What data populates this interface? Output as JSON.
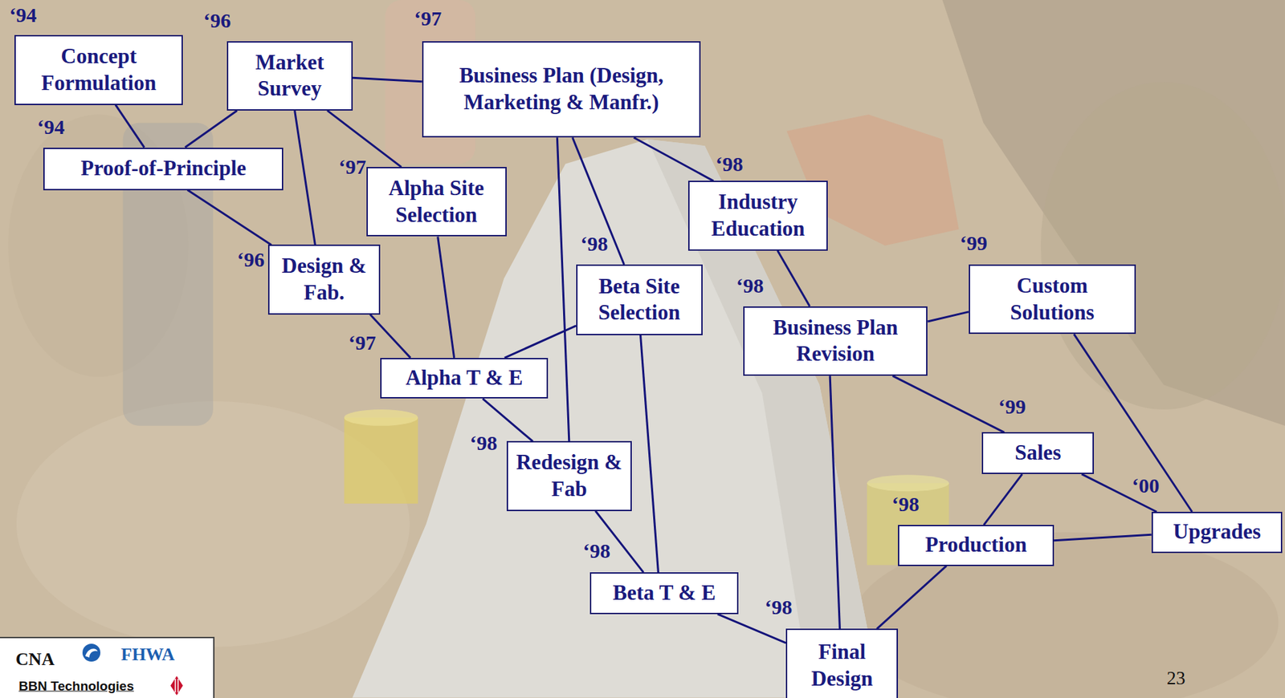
{
  "diagram": {
    "nodes": [
      {
        "text": [
          "Concept Formulation"
        ]
      },
      {
        "text": [
          "Market Survey"
        ]
      },
      {
        "text": [
          "Business Plan (Design, Marketing & Manfr.)"
        ]
      },
      {
        "text": [
          "Proof-of-Principle"
        ]
      },
      {
        "text": [
          "Alpha Site Selection"
        ]
      },
      {
        "text": [
          "Industry Education"
        ]
      },
      {
        "text": [
          "Design & Fab."
        ]
      },
      {
        "text": [
          "Beta Site Selection"
        ]
      },
      {
        "text": [
          "Custom Solutions"
        ]
      },
      {
        "text": [
          "Business Plan Revision"
        ]
      },
      {
        "text": [
          "Alpha T & E"
        ]
      },
      {
        "text": [
          "Sales"
        ]
      },
      {
        "text": [
          "Redesign & Fab"
        ]
      },
      {
        "text": [
          "Upgrades"
        ]
      },
      {
        "text": [
          "Production"
        ]
      },
      {
        "text": [
          "Beta T & E"
        ]
      },
      {
        "text": [
          "Final Design"
        ]
      },
      {
        "text": [
          "CNA",
          "FHWA",
          "BBN Technologies"
        ]
      }
    ],
    "edges": [
      {
        "from": 0,
        "to": 3,
        "arrow": "none"
      },
      {
        "from": 3,
        "to": 1,
        "arrow": "none"
      },
      {
        "from": 1,
        "to": 2,
        "arrow": "none"
      },
      {
        "from": 1,
        "to": 6,
        "arrow": "none"
      },
      {
        "from": 1,
        "to": 4,
        "arrow": "none"
      },
      {
        "from": 3,
        "to": 6,
        "arrow": "none"
      },
      {
        "from": 2,
        "to": 5,
        "arrow": "none"
      },
      {
        "from": 2,
        "to": 7,
        "arrow": "none"
      },
      {
        "from": 2,
        "to": 12,
        "arrow": "none"
      },
      {
        "from": 4,
        "to": 10,
        "arrow": "none"
      },
      {
        "from": 6,
        "to": 10,
        "arrow": "none"
      },
      {
        "from": 7,
        "to": 10,
        "arrow": "none"
      },
      {
        "from": 10,
        "to": 12,
        "arrow": "none"
      },
      {
        "from": 12,
        "to": 15,
        "arrow": "none"
      },
      {
        "from": 7,
        "to": 15,
        "arrow": "none"
      },
      {
        "from": 15,
        "to": 16,
        "arrow": "none"
      },
      {
        "from": 5,
        "to": 9,
        "arrow": "none"
      },
      {
        "from": 9,
        "to": 8,
        "arrow": "none"
      },
      {
        "from": 9,
        "to": 11,
        "arrow": "none"
      },
      {
        "from": 9,
        "to": 16,
        "arrow": "none"
      },
      {
        "from": 8,
        "to": 13,
        "arrow": "none"
      },
      {
        "from": 11,
        "to": 13,
        "arrow": "none"
      },
      {
        "from": 11,
        "to": 14,
        "arrow": "none"
      },
      {
        "from": 14,
        "to": 13,
        "arrow": "none"
      },
      {
        "from": 16,
        "to": 14,
        "arrow": "none"
      }
    ],
    "labels": [
      "‘94",
      "‘96",
      "‘97",
      "‘94",
      "‘97",
      "‘98",
      "‘98",
      "‘99",
      "‘96",
      "‘98",
      "‘97",
      "‘99",
      "‘98",
      "‘00",
      "‘98",
      "‘98",
      "‘98",
      "23"
    ]
  }
}
